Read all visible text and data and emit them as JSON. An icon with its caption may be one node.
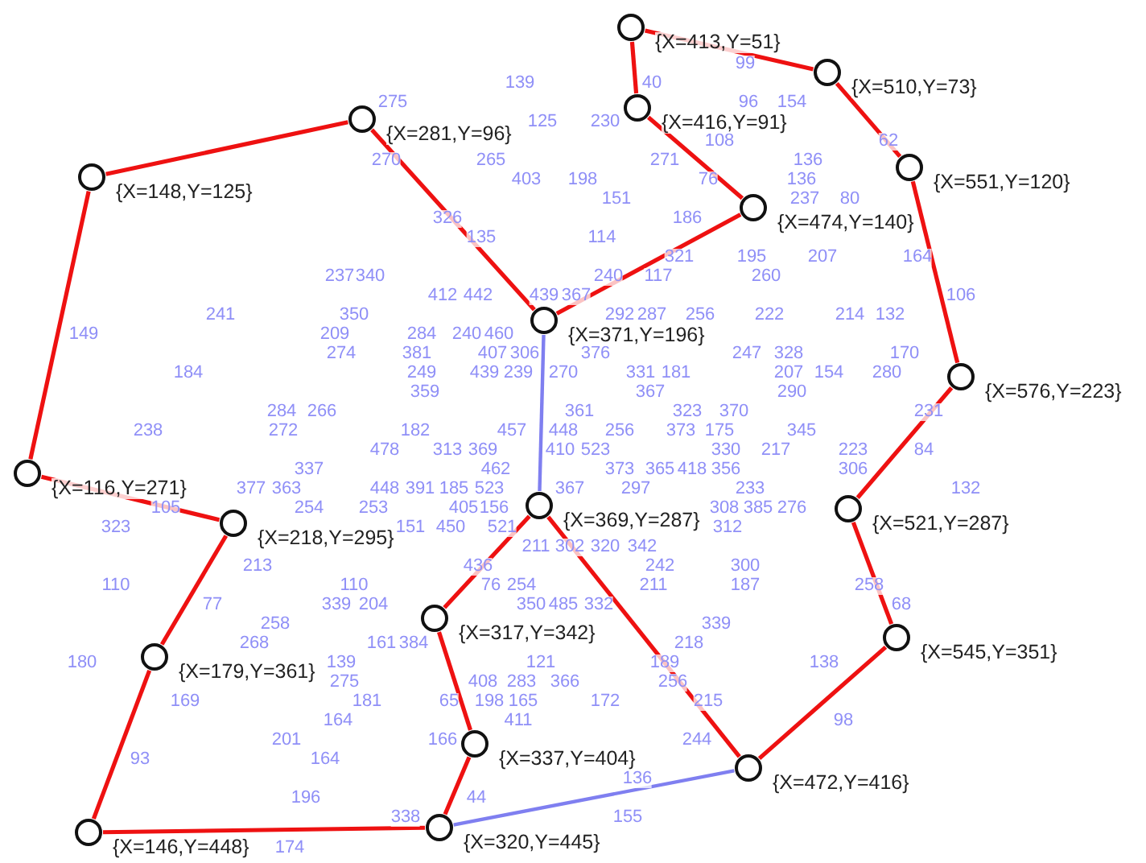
{
  "diagram": {
    "nodes": [
      {
        "text": [],
        "shape": "circle",
        "beside": [
          "{X=413,Y=51}"
        ]
      },
      {
        "text": [],
        "shape": "circle",
        "beside": [
          "{X=510,Y=73}"
        ]
      },
      {
        "text": [],
        "shape": "circle",
        "beside": [
          "{X=281,Y=96}"
        ]
      },
      {
        "text": [],
        "shape": "circle",
        "beside": [
          "{X=416,Y=91}"
        ]
      },
      {
        "text": [],
        "shape": "circle",
        "beside": [
          "{X=551,Y=120}"
        ]
      },
      {
        "text": [],
        "shape": "circle",
        "beside": [
          "{X=148,Y=125}"
        ]
      },
      {
        "text": [],
        "shape": "circle",
        "beside": [
          "{X=474,Y=140}"
        ]
      },
      {
        "text": [],
        "shape": "circle",
        "beside": [
          "{X=371,Y=196}"
        ]
      },
      {
        "text": [],
        "shape": "circle",
        "beside": [
          "{X=576,Y=223}"
        ]
      },
      {
        "text": [],
        "shape": "circle",
        "beside": [
          "{X=116,Y=271}"
        ]
      },
      {
        "text": [],
        "shape": "circle",
        "beside": [
          "{X=218,Y=295}"
        ]
      },
      {
        "text": [],
        "shape": "circle",
        "beside": [
          "{X=369,Y=287}"
        ]
      },
      {
        "text": [],
        "shape": "circle",
        "beside": [
          "{X=521,Y=287}"
        ]
      },
      {
        "text": [],
        "shape": "circle",
        "beside": [
          "{X=317,Y=342}"
        ]
      },
      {
        "text": [],
        "shape": "circle",
        "beside": [
          "{X=545,Y=351}"
        ]
      },
      {
        "text": [],
        "shape": "circle",
        "beside": [
          "{X=179,Y=361}"
        ]
      },
      {
        "text": [],
        "shape": "circle",
        "beside": [
          "{X=337,Y=404}"
        ]
      },
      {
        "text": [],
        "shape": "circle",
        "beside": [
          "{X=472,Y=416}"
        ]
      },
      {
        "text": [],
        "shape": "circle",
        "beside": [
          "{X=320,Y=445}"
        ]
      },
      {
        "text": [],
        "shape": "circle",
        "beside": [
          "{X=146,Y=448}"
        ]
      }
    ],
    "edges": [
      {
        "from": 5,
        "to": 2,
        "arrow": "none"
      },
      {
        "from": 5,
        "to": 9,
        "arrow": "none"
      },
      {
        "from": 9,
        "to": 10,
        "arrow": "none"
      },
      {
        "from": 10,
        "to": 15,
        "arrow": "none"
      },
      {
        "from": 15,
        "to": 19,
        "arrow": "none"
      },
      {
        "from": 19,
        "to": 18,
        "arrow": "none"
      },
      {
        "from": 18,
        "to": 16,
        "arrow": "none"
      },
      {
        "from": 16,
        "to": 13,
        "arrow": "none"
      },
      {
        "from": 13,
        "to": 11,
        "arrow": "none"
      },
      {
        "from": 11,
        "to": 17,
        "arrow": "none"
      },
      {
        "from": 17,
        "to": 14,
        "arrow": "none"
      },
      {
        "from": 14,
        "to": 12,
        "arrow": "none"
      },
      {
        "from": 12,
        "to": 8,
        "arrow": "none"
      },
      {
        "from": 8,
        "to": 4,
        "arrow": "none"
      },
      {
        "from": 4,
        "to": 1,
        "arrow": "none"
      },
      {
        "from": 1,
        "to": 0,
        "arrow": "none"
      },
      {
        "from": 0,
        "to": 3,
        "arrow": "none"
      },
      {
        "from": 3,
        "to": 6,
        "arrow": "none"
      },
      {
        "from": 6,
        "to": 7,
        "arrow": "none"
      },
      {
        "from": 7,
        "to": 2,
        "arrow": "none"
      },
      {
        "from": 7,
        "to": 11,
        "arrow": "none",
        "color": "#7f7ff0"
      },
      {
        "from": 18,
        "to": 17,
        "arrow": "none",
        "color": "#7f7ff0"
      }
    ],
    "labels": [
      "99",
      "139",
      "40",
      "275",
      "96",
      "154",
      "125",
      "230",
      "108",
      "62",
      "270",
      "265",
      "271",
      "136",
      "403",
      "198",
      "76",
      "136",
      "151",
      "237",
      "80",
      "326",
      "186",
      "135",
      "114",
      "321",
      "195",
      "207",
      "164",
      "237",
      "340",
      "240",
      "117",
      "260",
      "412",
      "442",
      "439",
      "367",
      "106",
      "241",
      "350",
      "292",
      "287",
      "256",
      "222",
      "214",
      "132",
      "149",
      "209",
      "284",
      "240",
      "460",
      "274",
      "381",
      "407",
      "306",
      "376",
      "247",
      "328",
      "170",
      "184",
      "249",
      "439",
      "239",
      "270",
      "331",
      "181",
      "207",
      "154",
      "280",
      "359",
      "367",
      "290",
      "284",
      "266",
      "361",
      "323",
      "370",
      "231",
      "238",
      "272",
      "182",
      "457",
      "448",
      "256",
      "373",
      "175",
      "345",
      "478",
      "313",
      "369",
      "410",
      "523",
      "330",
      "217",
      "223",
      "84",
      "337",
      "462",
      "373",
      "365",
      "418",
      "356",
      "306",
      "377",
      "363",
      "448",
      "391",
      "185",
      "523",
      "367",
      "297",
      "233",
      "132",
      "105",
      "254",
      "253",
      "405",
      "156",
      "308",
      "385",
      "276",
      "323",
      "151",
      "450",
      "521",
      "312",
      "211",
      "302",
      "320",
      "342",
      "213",
      "436",
      "242",
      "300",
      "110",
      "110",
      "76",
      "254",
      "211",
      "187",
      "258",
      "77",
      "339",
      "204",
      "350",
      "485",
      "332",
      "68",
      "258",
      "339",
      "268",
      "161",
      "384",
      "218",
      "180",
      "139",
      "121",
      "189",
      "138",
      "275",
      "408",
      "283",
      "366",
      "256",
      "169",
      "181",
      "65",
      "198",
      "165",
      "172",
      "215",
      "164",
      "411",
      "98",
      "201",
      "166",
      "244",
      "93",
      "164",
      "136",
      "196",
      "44",
      "338",
      "155",
      "174"
    ]
  }
}
